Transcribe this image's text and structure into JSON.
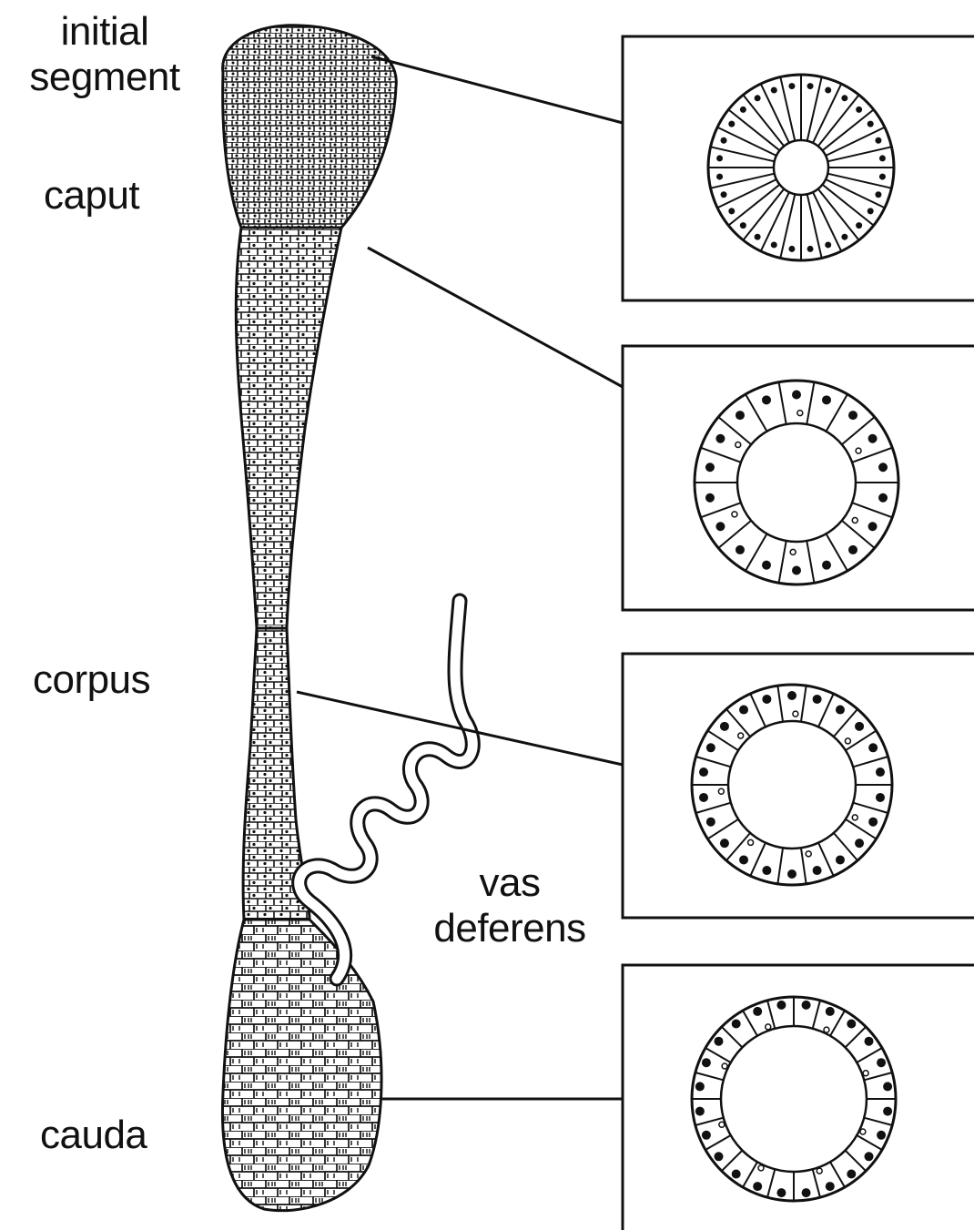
{
  "labels": {
    "initial_segment_line1": "initial",
    "initial_segment_line2": "segment",
    "caput": "caput",
    "corpus": "corpus",
    "vas_deferens_line1": "vas",
    "vas_deferens_line2": "deferens",
    "cauda": "cauda"
  },
  "panels": [
    {
      "region": "initial segment",
      "epithelium": "tall columnar",
      "lumen": "small"
    },
    {
      "region": "caput",
      "epithelium": "columnar",
      "lumen": "medium"
    },
    {
      "region": "corpus",
      "epithelium": "cuboidal",
      "lumen": "large"
    },
    {
      "region": "cauda",
      "epithelium": "low cuboidal",
      "lumen": "largest"
    }
  ],
  "colors": {
    "ink": "#111111",
    "paper": "#ffffff"
  }
}
